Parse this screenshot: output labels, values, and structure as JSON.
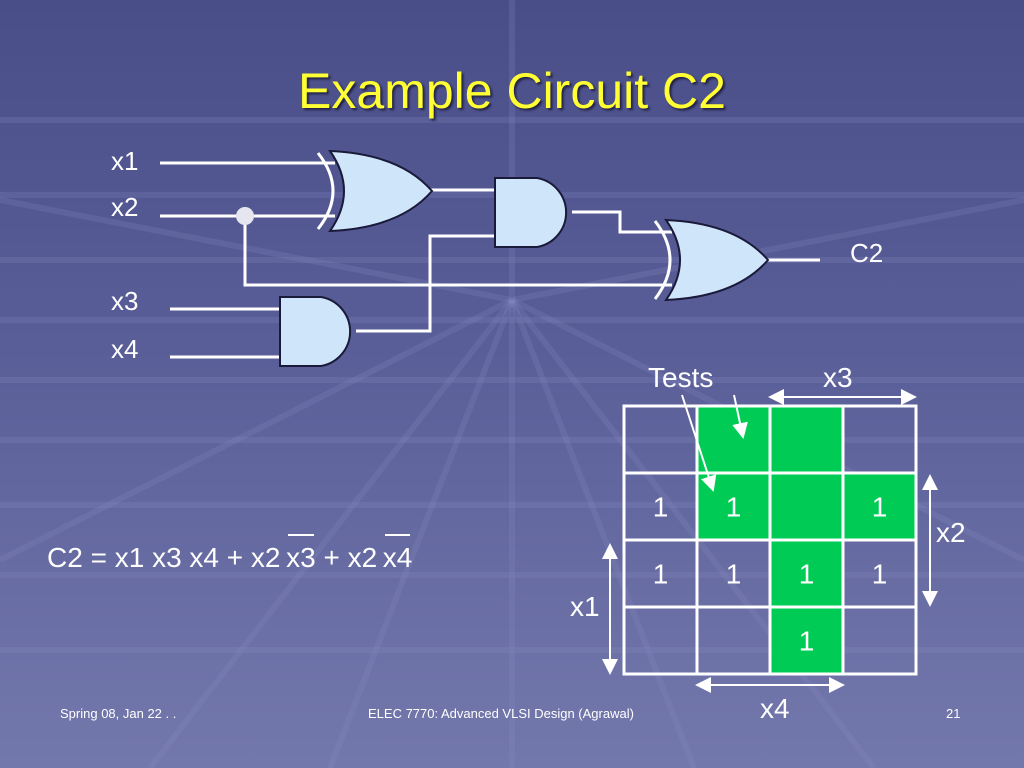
{
  "title": "Example Circuit C2",
  "circuit": {
    "inputs": [
      "x1",
      "x2",
      "x3",
      "x4"
    ],
    "output": "C2",
    "gates": [
      {
        "type": "OR",
        "inputs": [
          "x1",
          "x2"
        ]
      },
      {
        "type": "AND",
        "inputs": [
          "OR1",
          "AND2"
        ]
      },
      {
        "type": "AND",
        "inputs": [
          "x3",
          "x4"
        ]
      },
      {
        "type": "OR",
        "inputs": [
          "AND1",
          "x2"
        ]
      }
    ]
  },
  "formula": {
    "lhs": "C2",
    "eq": "=",
    "t1": "x1 x3 x4",
    "plus": "+",
    "t2a": "x2",
    "t2b": "x3",
    "t3a": "x2",
    "t3b": "x4"
  },
  "kmap": {
    "tests_label": "Tests",
    "col_var": "x3",
    "row_var": "x2",
    "left_var": "x1",
    "bottom_var": "x4",
    "cells": [
      [
        "",
        "",
        "",
        ""
      ],
      [
        "1",
        "1",
        "",
        "1"
      ],
      [
        "1",
        "1",
        "1",
        "1"
      ],
      [
        "",
        "",
        "1",
        ""
      ]
    ],
    "highlight": [
      [
        false,
        true,
        true,
        false
      ],
      [
        false,
        true,
        true,
        true
      ],
      [
        false,
        false,
        true,
        false
      ],
      [
        false,
        false,
        true,
        false
      ]
    ],
    "highlight_color": "#00cc55"
  },
  "footer": {
    "left": "Spring 08, Jan 22 . .",
    "center": "ELEC 7770: Advanced VLSI Design (Agrawal)",
    "right": "21"
  },
  "colors": {
    "gate_fill": "#cfe6fa",
    "wire": "#ffffff",
    "title": "#ffff33"
  }
}
